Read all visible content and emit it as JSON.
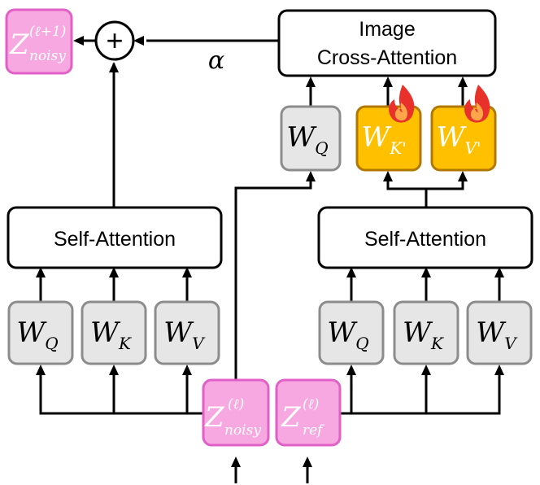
{
  "blocks": {
    "image_cross_attention": {
      "line1": "Image",
      "line2": "Cross-Attention"
    },
    "self_attention_left": {
      "label": "Self-Attention"
    },
    "self_attention_right": {
      "label": "Self-Attention"
    }
  },
  "alpha": "α",
  "plus": "+",
  "weights": {
    "wq": {
      "base": "W",
      "sub": "Q"
    },
    "wk": {
      "base": "W",
      "sub": "K"
    },
    "wv": {
      "base": "W",
      "sub": "V"
    },
    "wk_prime": {
      "base": "W",
      "sub": "K'"
    },
    "wv_prime": {
      "base": "W",
      "sub": "V'"
    }
  },
  "latents": {
    "z_noisy_next": {
      "base": "Z",
      "sup": "(ℓ+1)",
      "sub": "noisy"
    },
    "z_noisy": {
      "base": "Z",
      "sup": "(ℓ)",
      "sub": "noisy"
    },
    "z_ref": {
      "base": "Z",
      "sup": "(ℓ)",
      "sub": "ref"
    }
  },
  "colors": {
    "latent_fill": "#F7A8E0",
    "latent_stroke": "#E060C8",
    "latent_text": "#ffffff",
    "weight_fill": "#E6E6E6",
    "weight_stroke": "#8C8C8C",
    "trainable_fill": "#FFC000",
    "trainable_stroke": "#B07800",
    "flame_outer": "#E8312A",
    "flame_inner": "#FFA54A"
  }
}
